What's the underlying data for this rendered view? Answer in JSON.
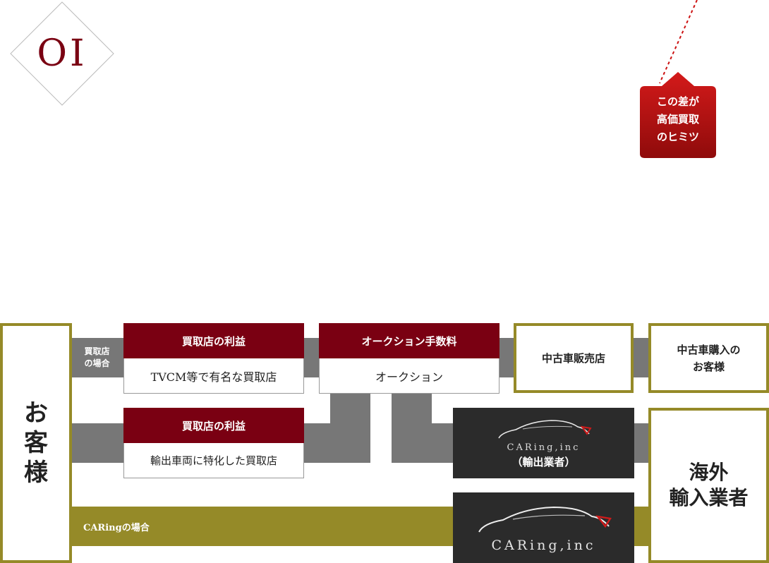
{
  "badge": {
    "number": "OI"
  },
  "callout": {
    "line1": "この差が",
    "line2": "高価買取",
    "line3": "のヒミツ"
  },
  "customer": {
    "c1": "お",
    "c2": "客",
    "c3": "様"
  },
  "flow_kaitori": {
    "route_label_1": "買取店",
    "route_label_2": "の場合",
    "profit_label": "買取店の利益",
    "shop_label": "TVCM等で有名な買取店",
    "auction_fee_label": "オークション手数料",
    "auction_label": "オークション",
    "used_dealer_label": "中古車販売店",
    "used_buyer_line1": "中古車購入の",
    "used_buyer_line2": "お客様"
  },
  "flow_export": {
    "profit_label": "買取店の利益",
    "shop_label": "輸出車両に特化した買取店",
    "logo_text": "CARing,inc",
    "exporter_label": "（輸出業者）"
  },
  "importer": {
    "line1": "海外",
    "line2": "輸入業者"
  },
  "flow_caring": {
    "route_label": "CARingの場合",
    "logo_text": "CARing,inc"
  }
}
